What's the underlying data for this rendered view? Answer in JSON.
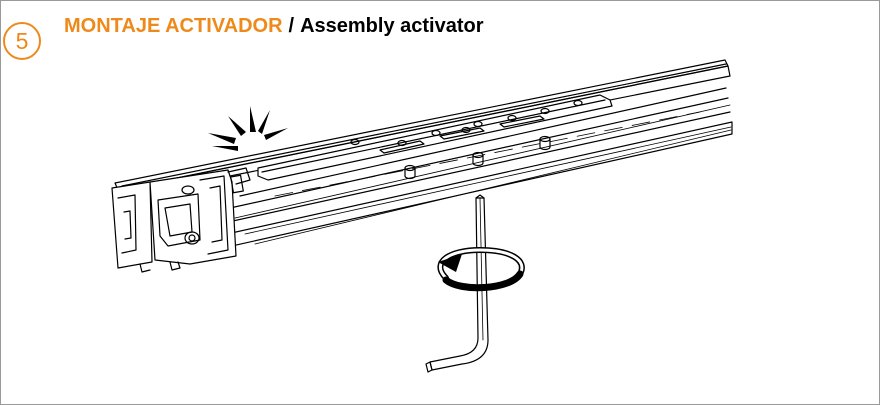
{
  "step": {
    "number": "5"
  },
  "title": {
    "spanish": "MONTAJE ACTIVADOR",
    "separator": "/",
    "english": "Assembly activator"
  },
  "colors": {
    "accent": "#ee8a1c",
    "text": "#000000",
    "border": "#9a9a9a"
  },
  "illustration": {
    "items": [
      "rail-profile",
      "activator-carriage",
      "click-indicator-icon",
      "hex-allen-key",
      "rotate-arrow-icon"
    ]
  }
}
